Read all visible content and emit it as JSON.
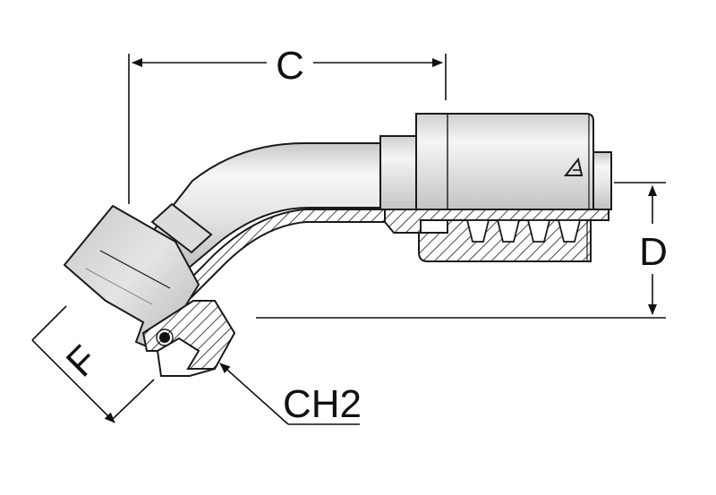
{
  "dimensions": {
    "c_label": "C",
    "d_label": "D",
    "f_label": "F",
    "ch2_label": "CH2"
  },
  "colors": {
    "outline": "#1a1a1a",
    "body_fill": "#e6e6e6",
    "highlight": "#fafafa",
    "shadow": "#bdbdbd",
    "nut_fill": "#d2d2d2",
    "section_fill": "#ffffff"
  }
}
